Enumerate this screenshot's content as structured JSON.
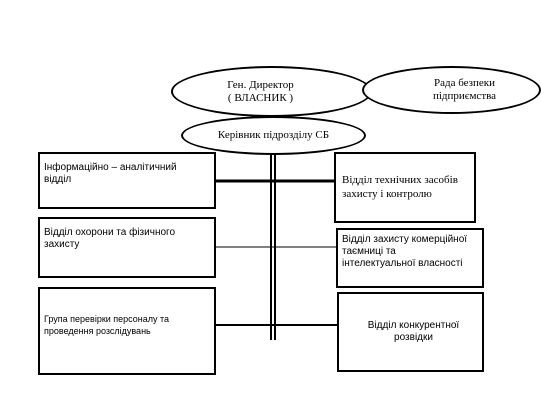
{
  "diagram": {
    "director": {
      "line1": "Ген. Директор",
      "line2": "( ВЛАСНИК )"
    },
    "council": {
      "line1": "Рада безпеки",
      "line2": "підприємства"
    },
    "head": {
      "label": "Керівник підрозділу СБ"
    },
    "departments_left": [
      {
        "line1": "Інформаційно – аналітичний",
        "line2": "відділ"
      },
      {
        "line1": "Відділ охорони та фізичного",
        "line2": "захисту"
      },
      {
        "line1": "Група перевірки персоналу та",
        "line2": "проведення розслідувань"
      }
    ],
    "departments_right": [
      {
        "line1": "Відділ технічних засобів",
        "line2": "захисту і контролю"
      },
      {
        "line1": "Відділ захисту комерційної",
        "line2": "таємниці та",
        "line3": "інтелектуальної власності"
      },
      {
        "line1": "Відділ конкурентної",
        "line2": "розвідки"
      }
    ]
  }
}
